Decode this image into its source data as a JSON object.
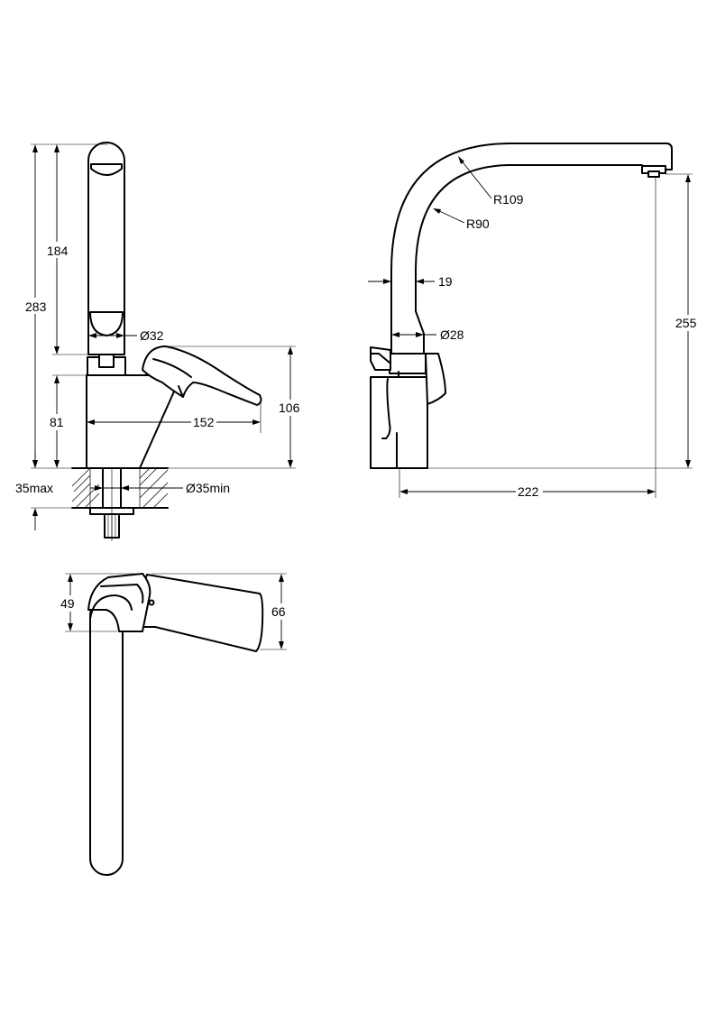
{
  "front_view": {
    "dims": {
      "overall_height": "283",
      "spout_height": "184",
      "body_height": "81",
      "spout_diameter": "Ø32",
      "lever_reach": "152",
      "lever_height": "106",
      "deck_thickness": "35max",
      "hole_diameter": "Ø35min"
    }
  },
  "side_view": {
    "dims": {
      "outer_radius": "R109",
      "inner_radius": "R90",
      "tube_width": "19",
      "tube_diameter": "Ø28",
      "outlet_height": "255",
      "spout_reach": "222"
    }
  },
  "top_view": {
    "dims": {
      "body_depth": "49",
      "lever_depth": "66"
    }
  }
}
